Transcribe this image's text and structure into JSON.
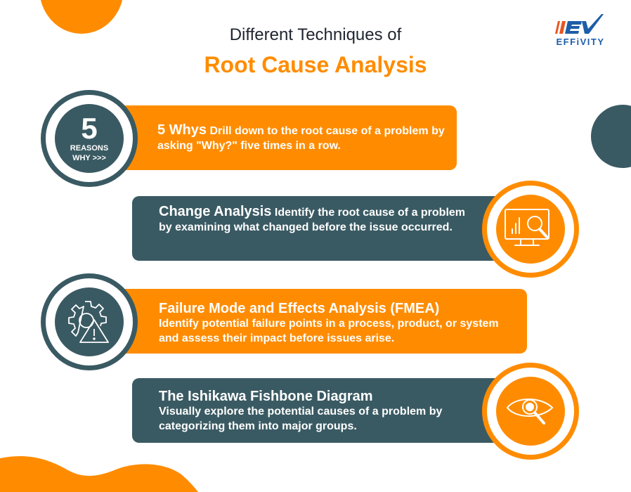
{
  "header": {
    "subtitle": "Different Techniques of",
    "title": "Root Cause Analysis"
  },
  "logo": {
    "mark": "EV",
    "name": "EFFiVITY"
  },
  "colors": {
    "orange": "#FF8C00",
    "teal": "#3A5A63",
    "white": "#FFFFFF",
    "heading_dark": "#1F2530",
    "logo_blue": "#1D5EA8"
  },
  "techniques": [
    {
      "title": "5 Whys",
      "description": "Drill down to the root cause of a problem by asking \"Why?\" five times in a row.",
      "card_color": "orange",
      "badge": {
        "number": "5",
        "line1": "REASONS",
        "line2": "WHY >>>"
      },
      "icon": "five-reasons-badge"
    },
    {
      "title": "Change Analysis",
      "description": "Identify the root cause of a problem by examining what changed before the issue occurred.",
      "card_color": "teal",
      "icon": "monitor-chart-magnifier-icon"
    },
    {
      "title": "Failure Mode and Effects Analysis (FMEA)",
      "description": "Identify potential failure points in a process, product, or system and assess their impact before issues arise.",
      "card_color": "orange",
      "icon": "gear-warning-icon"
    },
    {
      "title": "The Ishikawa Fishbone Diagram",
      "description": "Visually explore the potential causes of a problem by categorizing them into major groups.",
      "card_color": "teal",
      "icon": "eye-magnifier-icon"
    }
  ]
}
